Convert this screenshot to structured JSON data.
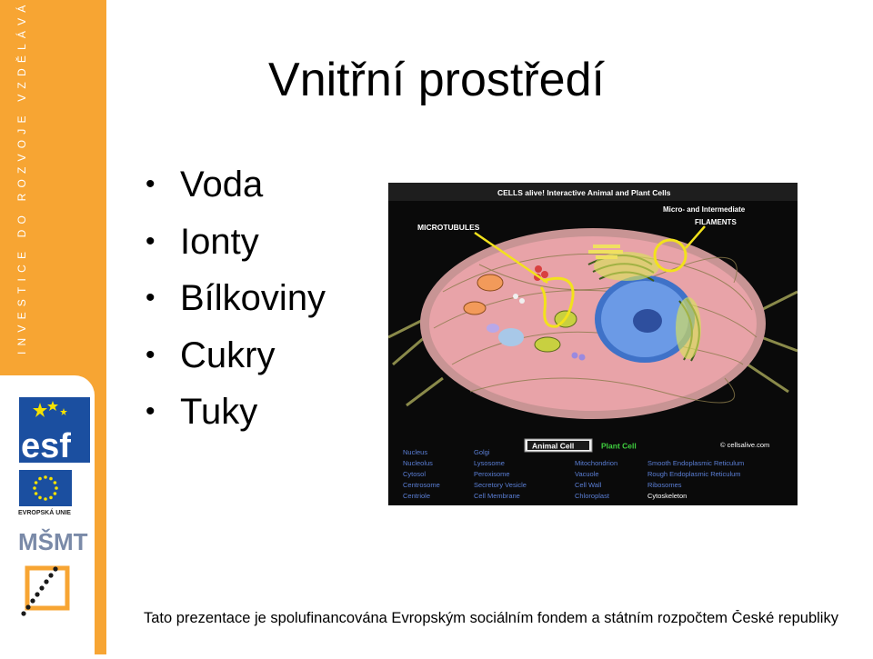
{
  "sidebar": {
    "vertical_text": "INVESTICE DO ROZVOJE VZDĚLÁVÁNÍ",
    "logos": {
      "esf": "esf",
      "eu": "EVROPSKÁ UNIE",
      "msmt": "MŠMT"
    }
  },
  "slide": {
    "title": "Vnitřní prostředí",
    "bullets": [
      "Voda",
      "Ionty",
      "Bílkoviny",
      "Cukry",
      "Tuky"
    ],
    "footer": "Tato prezentace je spolufinancována Evropským sociálním fondem a státním rozpočtem České republiky"
  },
  "figure": {
    "header": "CELLS alive! Interactive Animal and Plant Cells",
    "label_microtubules": "MICROTUBULES",
    "label_filaments_1": "Micro- and Intermediate",
    "label_filaments_2": "FILAMENTS",
    "tab_animal": "Animal Cell",
    "tab_plant": "Plant Cell",
    "copyright": "© cellsalive.com",
    "legend_col1": [
      "Nucleus",
      "Nucleolus",
      "Cytosol",
      "Centrosome",
      "Centriole"
    ],
    "legend_col2": [
      "Golgi",
      "Lysosome",
      "Peroxisome",
      "Secretory Vesicle",
      "Cell Membrane"
    ],
    "legend_col3": [
      "Mitochondrion",
      "Vacuole",
      "Cell Wall",
      "Chloroplast"
    ],
    "legend_col4": [
      "Smooth Endoplasmic Reticulum",
      "Rough Endoplasmic Reticulum",
      "Ribosomes",
      "Cytoskeleton"
    ],
    "colors": {
      "background": "#0a0a0a",
      "cytoplasm": "#e8a3a8",
      "nucleus": "#5b8fe0",
      "highlight": "#f2e21c",
      "legend": "#5b7fd6",
      "plant_tab": "#3fcf3f"
    }
  }
}
